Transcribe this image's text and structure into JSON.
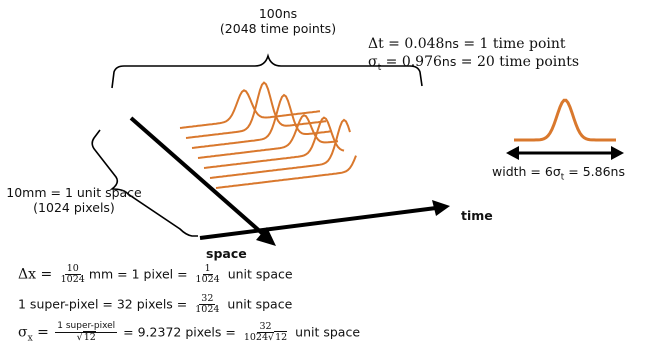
{
  "top_brace": {
    "line1": "100ns",
    "line2": "(2048 time points)"
  },
  "left_brace": {
    "line1": "10mm = 1 unit space",
    "line2": "(1024 pixels)"
  },
  "axes": {
    "time": "time",
    "space": "space"
  },
  "eq_top": {
    "dt_lhs": "Δt = 0.048",
    "dt_unit": "ns",
    "dt_rhs": " = 1 time point",
    "sig_lhs": "σ",
    "sig_sub": "t",
    "sig_mid": " = 0.976",
    "sig_unit": "ns",
    "sig_rhs": " = 20 time points"
  },
  "width_label": {
    "prefix": "width = 6σ",
    "sub": "t",
    "mid": " = 5.86",
    "unit": "ns"
  },
  "eq1": {
    "lhs": "Δx = ",
    "f1_num": "10",
    "f1_den": "1024",
    "mm": "mm",
    "mid": " = 1 pixel = ",
    "f2_num": "1",
    "f2_den": "1024",
    "tail": " unit space"
  },
  "eq2": {
    "lhs": "1 super-pixel = 32 pixels = ",
    "f_num": "32",
    "f_den": "1024",
    "tail": " unit space"
  },
  "eq3": {
    "sig": "σ",
    "sub": "x",
    "eq": " = ",
    "f1_num": "1 super-pixel",
    "f1_den_sqrt": "√",
    "f1_den": "12",
    "mid": " = 9.2372 pixels = ",
    "f2_num": "32",
    "f2_den_a": "1024",
    "f2_den_sqrt": "√",
    "f2_den_b": "12",
    "tail": " unit space"
  },
  "colors": {
    "pulse": "#d9782d",
    "axis": "#000000"
  }
}
